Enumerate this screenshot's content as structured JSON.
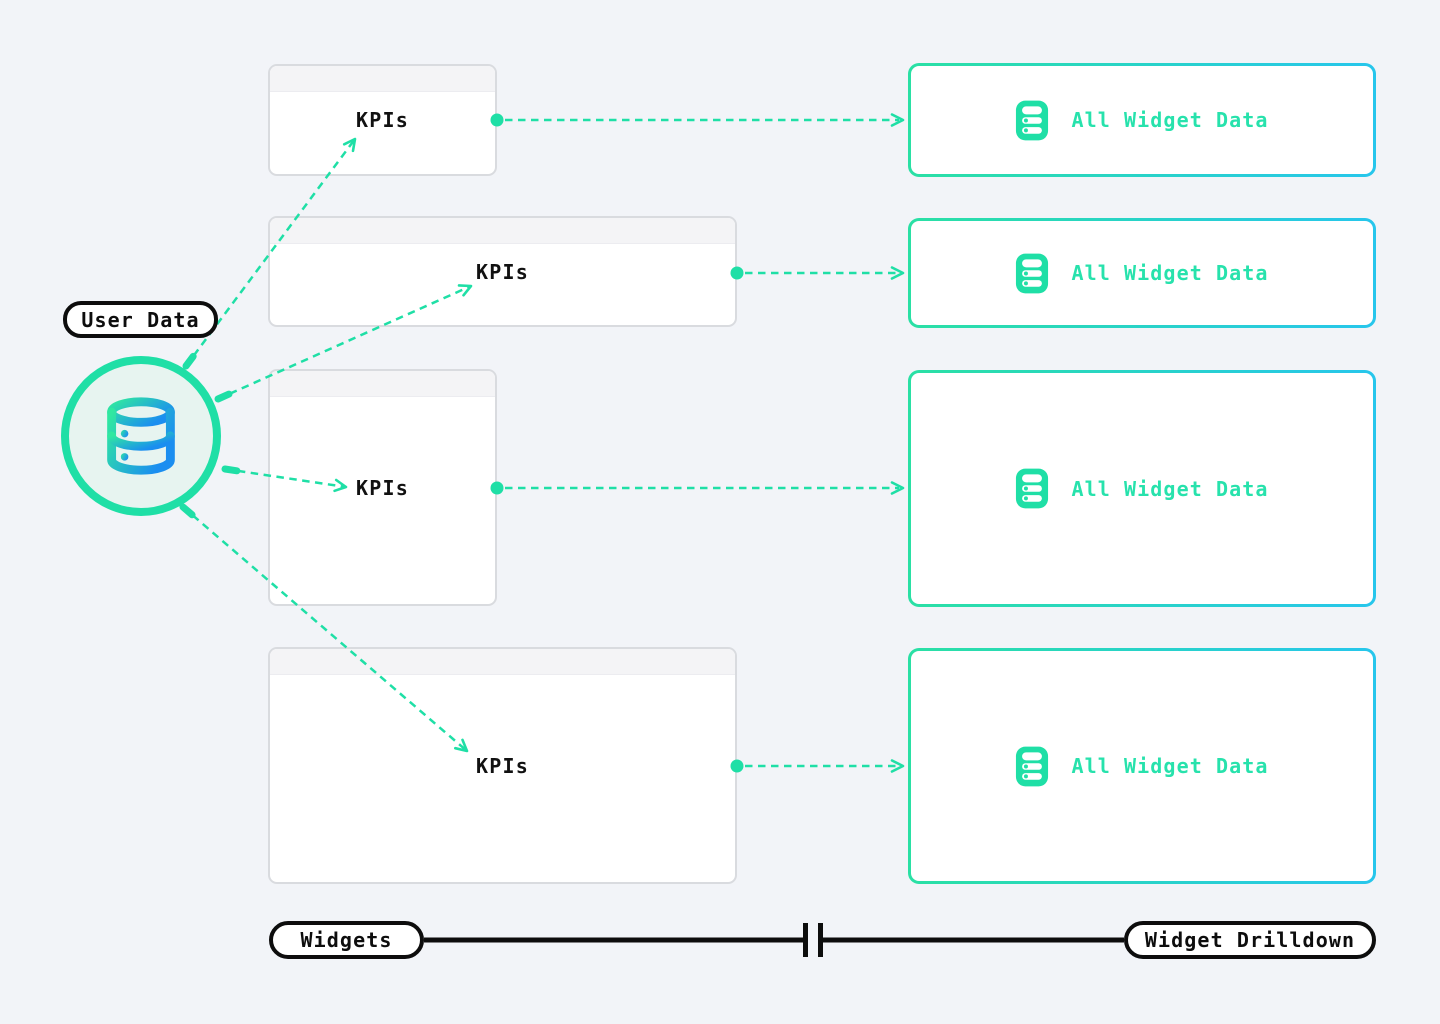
{
  "colors": {
    "background": "#f2f4f8",
    "teal": "#1fdfa6",
    "cyan": "#27c6ec",
    "icon_gradient_start": "#30e8a0",
    "icon_gradient_end": "#1b8ef0",
    "box_border_gray": "#d9dbdf",
    "black": "#0d0d0d"
  },
  "source": {
    "label": "User Data",
    "icon": "database-icon"
  },
  "widget_boxes": [
    {
      "kpi_label": "KPIs"
    },
    {
      "kpi_label": "KPIs"
    },
    {
      "kpi_label": "KPIs"
    },
    {
      "kpi_label": "KPIs"
    }
  ],
  "drilldown_boxes": [
    {
      "label": "All Widget Data",
      "icon": "database-stack-icon"
    },
    {
      "label": "All Widget Data",
      "icon": "database-stack-icon"
    },
    {
      "label": "All Widget Data",
      "icon": "database-stack-icon"
    },
    {
      "label": "All Widget Data",
      "icon": "database-stack-icon"
    }
  ],
  "legend": {
    "left_label": "Widgets",
    "right_label": "Widget Drilldown"
  }
}
